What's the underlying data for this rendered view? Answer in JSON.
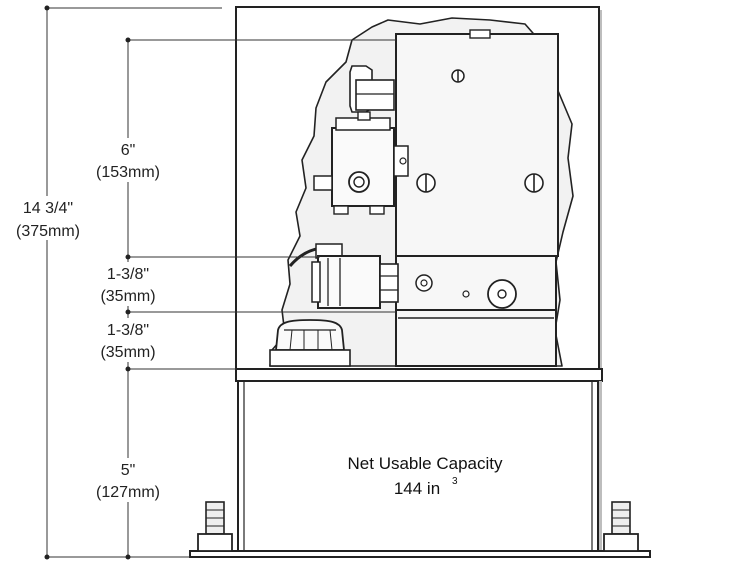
{
  "dimensions": {
    "overall": {
      "imperial": "14 3/4\"",
      "metric": "(375mm)"
    },
    "upper": {
      "imperial": "6\"",
      "metric": "(153mm)"
    },
    "middle_a": {
      "imperial": "1-3/8\"",
      "metric": "(35mm)"
    },
    "middle_b": {
      "imperial": "1-3/8\"",
      "metric": "(35mm)"
    },
    "lower": {
      "imperial": "5\"",
      "metric": "(127mm)"
    }
  },
  "reservoir": {
    "label": "Net Usable Capacity",
    "value": "144 in",
    "superscript": "3"
  },
  "colors": {
    "line": "#222222",
    "cutaway_fill": "#f3f3f3",
    "housing_fill": "#ffffff",
    "shadow": "#9a9a9a"
  }
}
